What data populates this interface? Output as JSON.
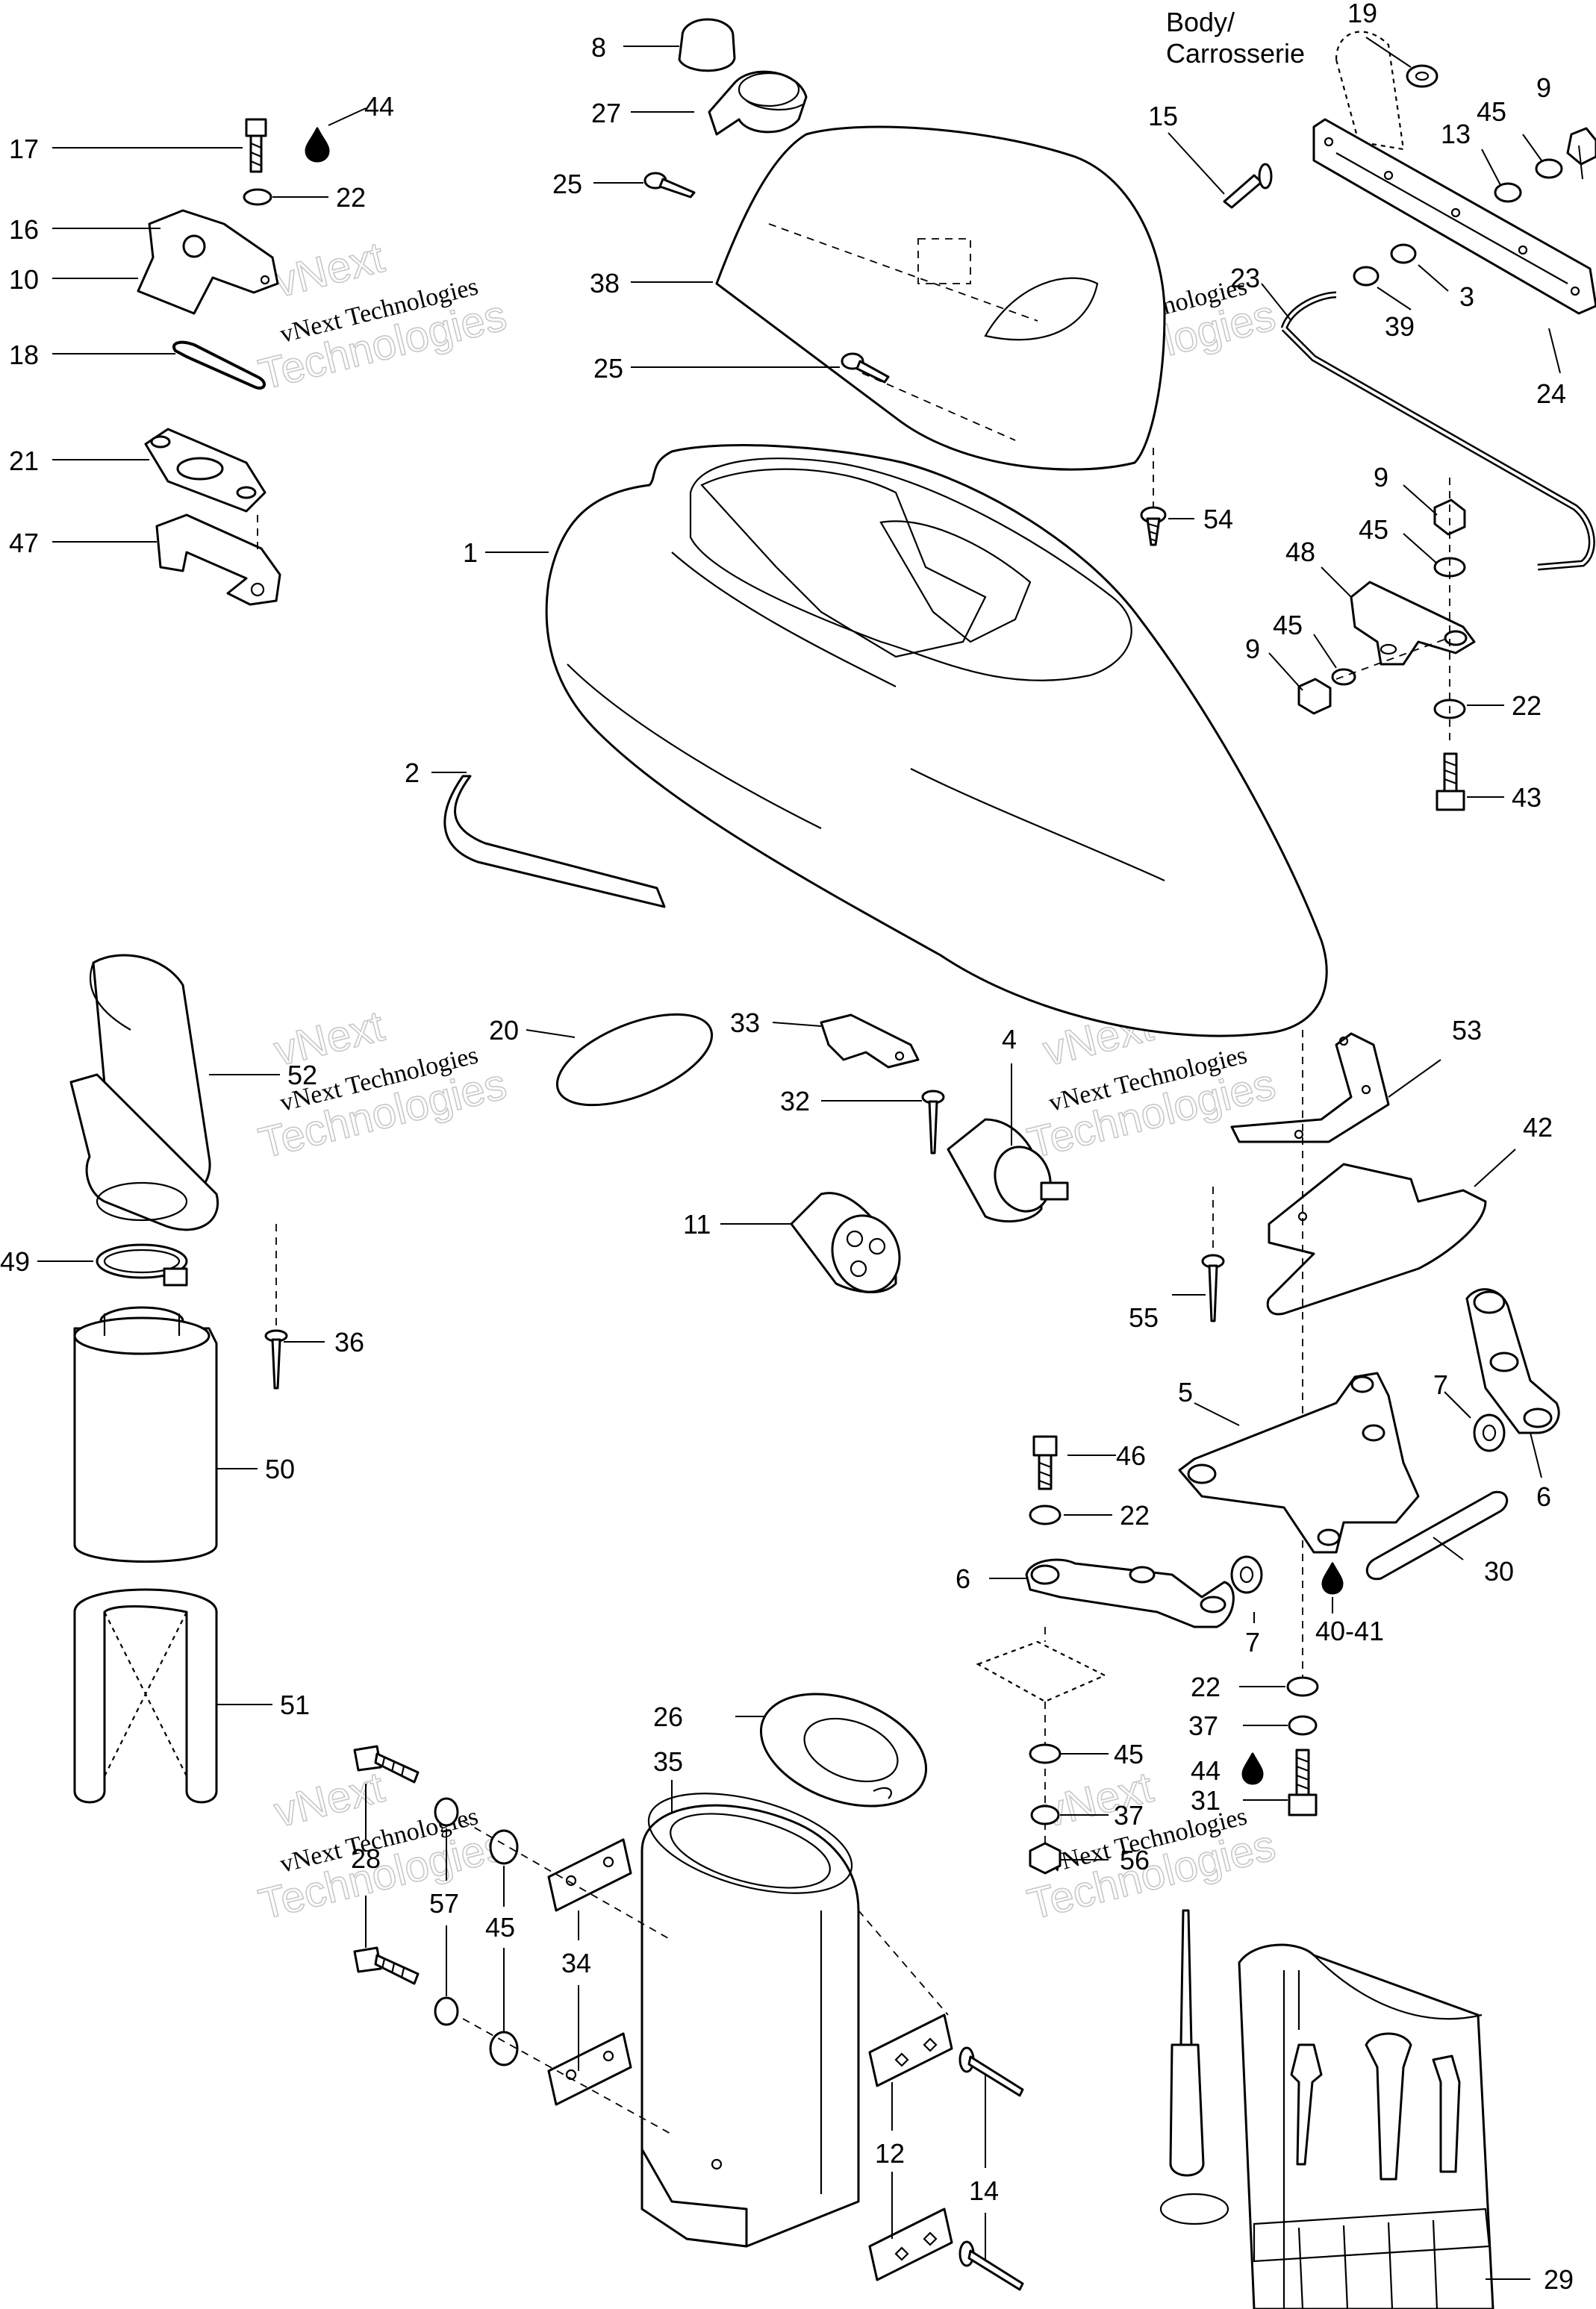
{
  "callouts": [
    {
      "text": "17"
    },
    {
      "text": "44"
    },
    {
      "text": "22"
    },
    {
      "text": "16"
    },
    {
      "text": "10"
    },
    {
      "text": "18"
    },
    {
      "text": "21"
    },
    {
      "text": "47"
    },
    {
      "text": "8"
    },
    {
      "text": "27"
    },
    {
      "text": "25"
    },
    {
      "text": "38"
    },
    {
      "text": "25"
    },
    {
      "text": "54"
    },
    {
      "text": "1"
    },
    {
      "text": "2"
    },
    {
      "text": "19"
    },
    {
      "text": "9"
    },
    {
      "text": "15"
    },
    {
      "text": "13"
    },
    {
      "text": "45"
    },
    {
      "text": "23"
    },
    {
      "text": "3"
    },
    {
      "text": "39"
    },
    {
      "text": "24"
    },
    {
      "text": "9"
    },
    {
      "text": "45"
    },
    {
      "text": "48"
    },
    {
      "text": "45"
    },
    {
      "text": "9"
    },
    {
      "text": "22"
    },
    {
      "text": "43"
    },
    {
      "text": "52"
    },
    {
      "text": "49"
    },
    {
      "text": "36"
    },
    {
      "text": "50"
    },
    {
      "text": "51"
    },
    {
      "text": "20"
    },
    {
      "text": "33"
    },
    {
      "text": "32"
    },
    {
      "text": "11"
    },
    {
      "text": "4"
    },
    {
      "text": "53"
    },
    {
      "text": "42"
    },
    {
      "text": "55"
    },
    {
      "text": "5"
    },
    {
      "text": "7"
    },
    {
      "text": "6"
    },
    {
      "text": "46"
    },
    {
      "text": "22"
    },
    {
      "text": "30"
    },
    {
      "text": "6"
    },
    {
      "text": "7"
    },
    {
      "text": "40-41"
    },
    {
      "text": "22"
    },
    {
      "text": "37"
    },
    {
      "text": "44"
    },
    {
      "text": "31"
    },
    {
      "text": "45"
    },
    {
      "text": "37"
    },
    {
      "text": "56"
    },
    {
      "text": "26"
    },
    {
      "text": "35"
    },
    {
      "text": "28"
    },
    {
      "text": "57"
    },
    {
      "text": "45"
    },
    {
      "text": "34"
    },
    {
      "text": "12"
    },
    {
      "text": "14"
    },
    {
      "text": "29"
    }
  ],
  "body_note": {
    "line1": "Body/",
    "line2": "Carrosserie"
  },
  "watermark": {
    "line1": "vNext",
    "line2": "vNext Technologies",
    "line3": "Technologies"
  },
  "icons": {
    "oil_drop": "oil-drop-icon"
  }
}
